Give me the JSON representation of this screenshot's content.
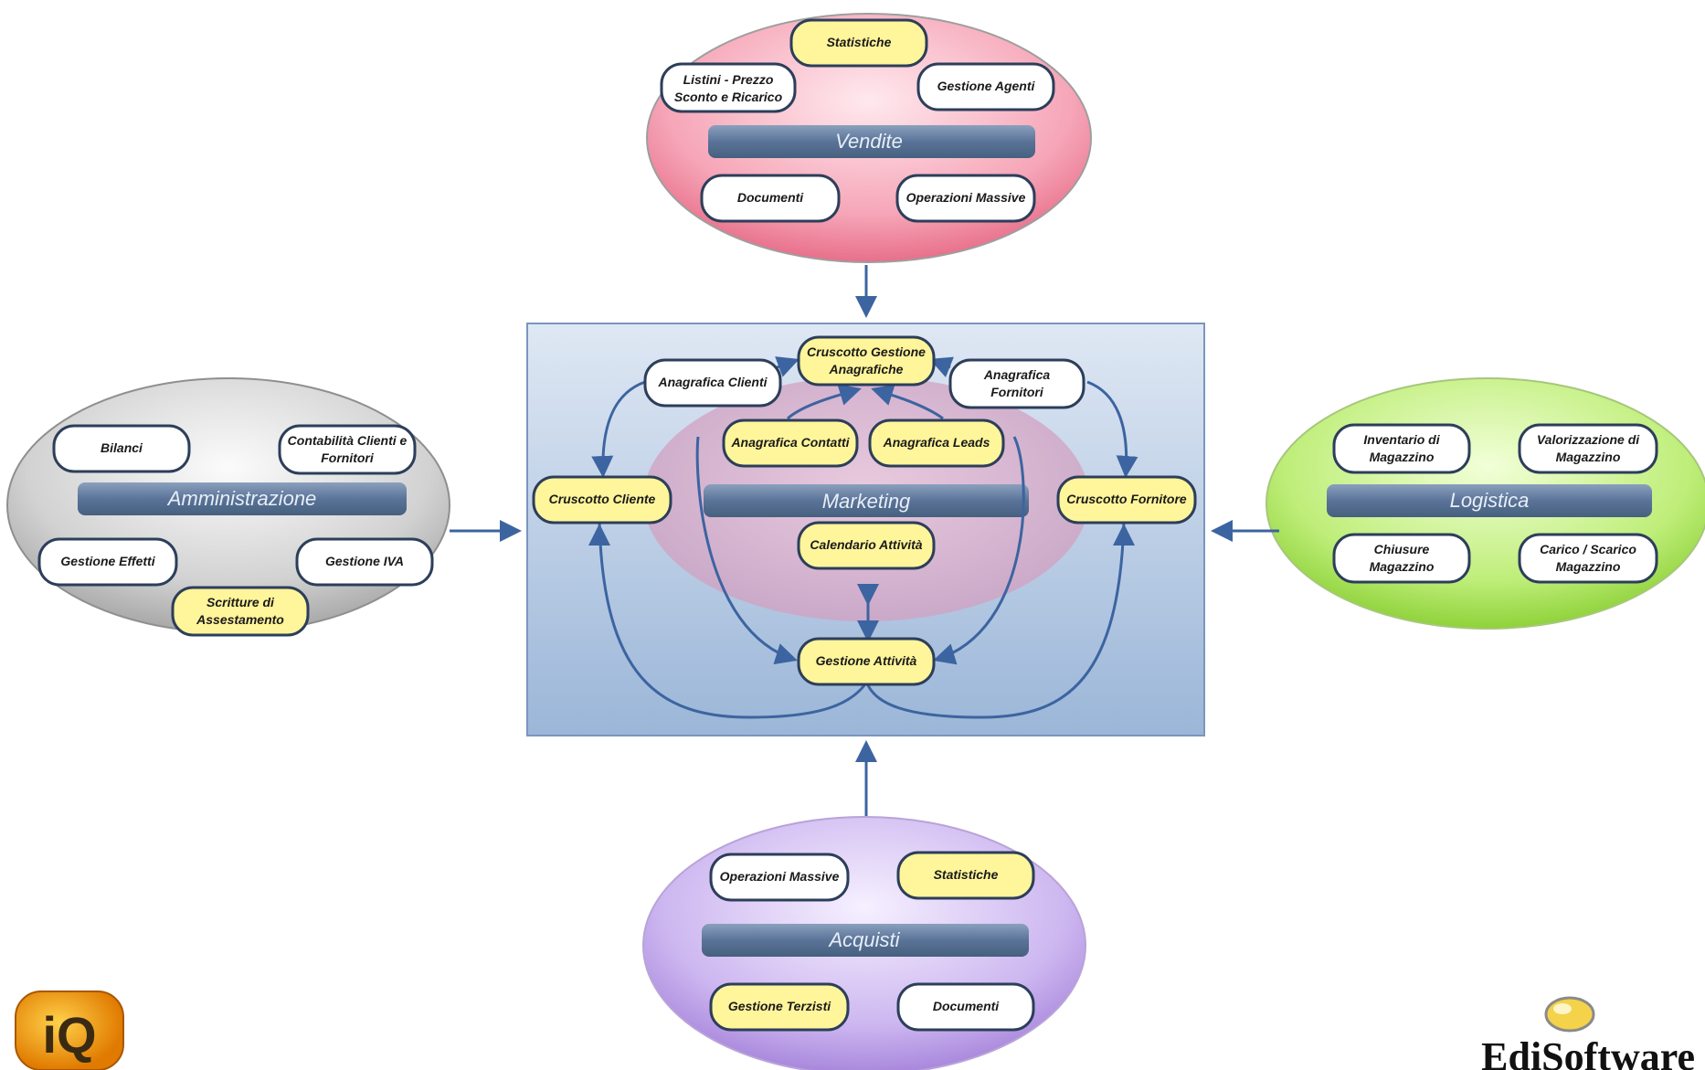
{
  "modules": {
    "vendite": {
      "title": "Vendite",
      "color": "#f07f98",
      "items": [
        "Statistiche",
        "Listini - Prezzo",
        "Sconto e Ricarico",
        "Gestione Agenti",
        "Documenti",
        "Operazioni Massive"
      ]
    },
    "amministrazione": {
      "title": "Amministrazione",
      "color": "#b5b5b5",
      "items": [
        "Bilanci",
        "Contabilità Clienti e",
        "Fornitori",
        "Gestione Effetti",
        "Gestione IVA",
        "Scritture di",
        "Assestamento"
      ]
    },
    "logistica": {
      "title": "Logistica",
      "color": "#9bd84a",
      "items": [
        "Inventario di",
        "Magazzino",
        "Valorizzazione di",
        "Magazzino",
        "Chiusure",
        "Magazzino",
        "Carico / Scarico",
        "Magazzino"
      ]
    },
    "acquisti": {
      "title": "Acquisti",
      "color": "#b89be0",
      "items": [
        "Operazioni Massive",
        "Statistiche",
        "Gestione Terzisti",
        "Documenti"
      ]
    },
    "marketing": {
      "title": "Marketing",
      "color": "#a9bfdc",
      "items": [
        "Cruscotto Gestione",
        "Anagrafiche",
        "Anagrafica Clienti",
        "Anagrafica",
        "Fornitori",
        "Anagrafica Contatti",
        "Anagrafica Leads",
        "Cruscotto Cliente",
        "Cruscotto Fornitore",
        "Calendario Attività",
        "Gestione Attività"
      ]
    }
  },
  "logos": {
    "left": "iQ",
    "right": "EdiSoftware"
  },
  "colors": {
    "highlight_node": "#fff59a",
    "plain_node": "#ffffff",
    "node_border": "#2c3e5a",
    "arrow": "#3c64a0",
    "bar": "#5c7497"
  }
}
